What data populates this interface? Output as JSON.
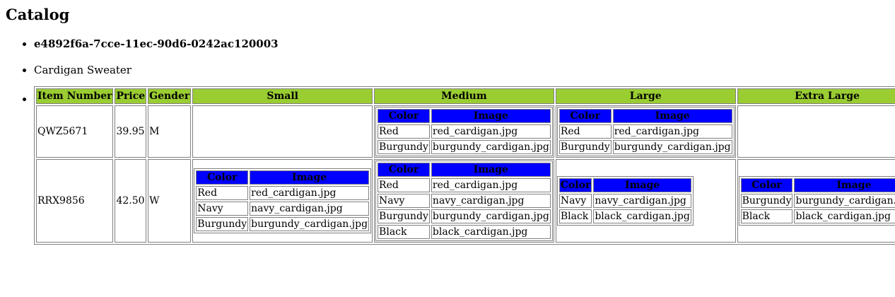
{
  "title": "Catalog",
  "product": {
    "id": "e4892f6a-7cce-11ec-90d6-0242ac120003",
    "name": "Cardigan Sweater"
  },
  "table": {
    "headers": [
      "Item Number",
      "Price",
      "Gender",
      "Small",
      "Medium",
      "Large",
      "Extra Large"
    ],
    "subheaders": [
      "Color",
      "Image"
    ],
    "rows": [
      {
        "item": "QWZ5671",
        "price": "39.95",
        "gender": "M",
        "sizes": [
          [],
          [
            [
              "Red",
              "red_cardigan.jpg"
            ],
            [
              "Burgundy",
              "burgundy_cardigan.jpg"
            ]
          ],
          [
            [
              "Red",
              "red_cardigan.jpg"
            ],
            [
              "Burgundy",
              "burgundy_cardigan.jpg"
            ]
          ],
          []
        ]
      },
      {
        "item": "RRX9856",
        "price": "42.50",
        "gender": "W",
        "sizes": [
          [
            [
              "Red",
              "red_cardigan.jpg"
            ],
            [
              "Navy",
              "navy_cardigan.jpg"
            ],
            [
              "Burgundy",
              "burgundy_cardigan.jpg"
            ]
          ],
          [
            [
              "Red",
              "red_cardigan.jpg"
            ],
            [
              "Navy",
              "navy_cardigan.jpg"
            ],
            [
              "Burgundy",
              "burgundy_cardigan.jpg"
            ],
            [
              "Black",
              "black_cardigan.jpg"
            ]
          ],
          [
            [
              "Navy",
              "navy_cardigan.jpg"
            ],
            [
              "Black",
              "black_cardigan.jpg"
            ]
          ],
          [
            [
              "Burgundy",
              "burgundy_cardigan.jpg"
            ],
            [
              "Black",
              "black_cardigan.jpg"
            ]
          ]
        ]
      }
    ]
  },
  "colors": {
    "header_bg": "#9acd32",
    "subheader_bg": "#0000ff",
    "border": "#808080"
  }
}
